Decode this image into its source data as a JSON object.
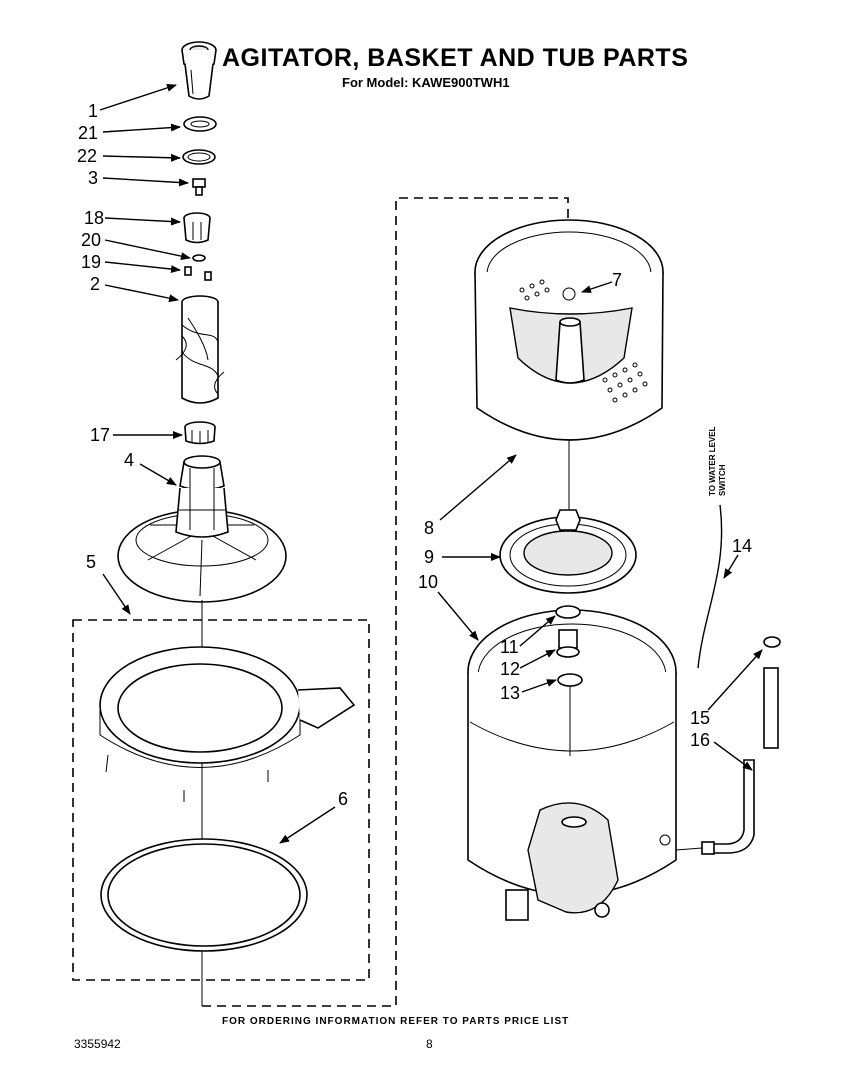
{
  "header": {
    "title": "AGITATOR, BASKET AND TUB PARTS",
    "subtitle": "For Model: KAWE900TWH1"
  },
  "side_note": {
    "line1": "TO WATER LEVEL",
    "line2": "SWITCH"
  },
  "callouts": {
    "c1": "1",
    "c21": "21",
    "c22": "22",
    "c3": "3",
    "c18": "18",
    "c20": "20",
    "c19": "19",
    "c2": "2",
    "c17": "17",
    "c4": "4",
    "c5": "5",
    "c6": "6",
    "c7": "7",
    "c8": "8",
    "c9": "9",
    "c10": "10",
    "c11": "11",
    "c12": "12",
    "c13": "13",
    "c14": "14",
    "c15": "15",
    "c16": "16"
  },
  "footer": {
    "ordering_note": "FOR ORDERING INFORMATION REFER TO PARTS PRICE LIST",
    "doc_number": "3355942",
    "page_number": "8"
  }
}
